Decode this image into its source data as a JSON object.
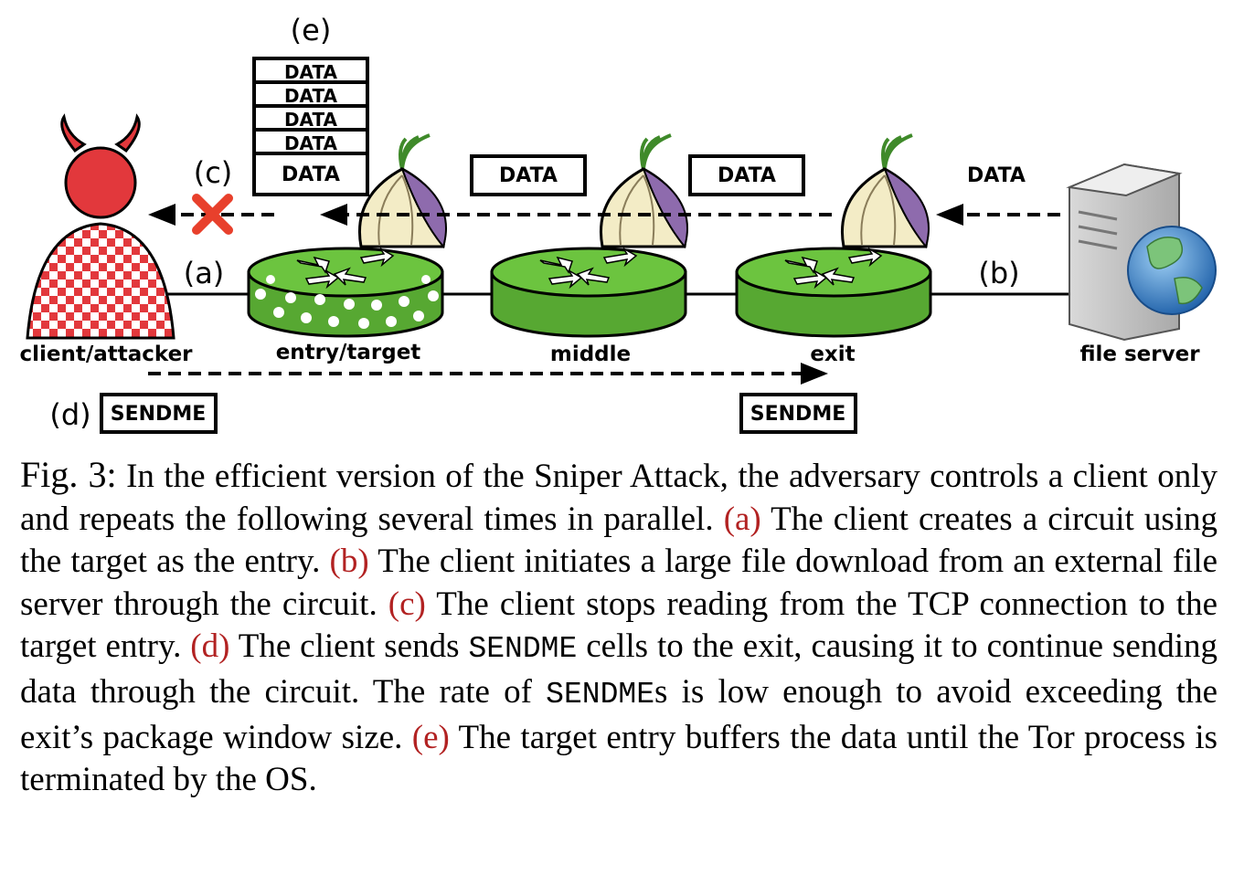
{
  "diagram": {
    "nodes": {
      "client": "client/attacker",
      "entry": "entry/target",
      "middle": "middle",
      "exit": "exit",
      "server": "file server"
    },
    "step_labels": {
      "a": "(a)",
      "b": "(b)",
      "c": "(c)",
      "d": "(d)",
      "e": "(e)"
    },
    "data_label": "DATA",
    "sendme_label": "SENDME",
    "colors": {
      "router": "#57a832",
      "attacker": "#e2383c",
      "blocked": "#e8402c",
      "reference": "#b22222",
      "onion": "#f3ecc6",
      "onion_purple": "#8e6bad"
    }
  },
  "caption": {
    "fig_label": "Fig. 3:",
    "s1": "In the efficient version of the Sniper Attack, the adversary controls a client only and repeats the following several times in parallel.",
    "ref_a": "(a)",
    "s2": "The client creates a circuit using the target as the entry.",
    "ref_b": "(b)",
    "s3": "The client initiates a large file download from an external file server through the circuit.",
    "ref_c": "(c)",
    "s4": "The client stops reading from the TCP connection to the target entry.",
    "ref_d": "(d)",
    "s5a": "The client sends",
    "mono1": "SENDME",
    "s5b": "cells to the exit, causing it to continue sending data through the circuit. The rate of",
    "mono2": "SENDME",
    "s5c": "s is low enough to avoid exceeding the exit’s package window size.",
    "ref_e": "(e)",
    "s6": "The target entry buffers the data until the Tor process is terminated by the OS."
  }
}
